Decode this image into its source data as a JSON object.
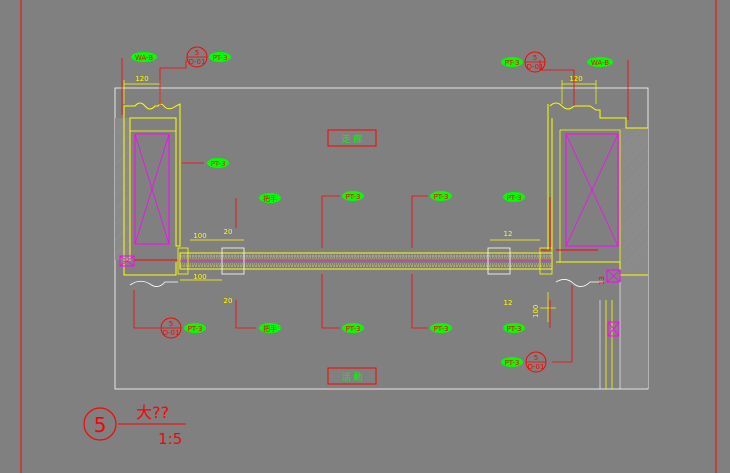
{
  "drawing": {
    "detail_number": "5",
    "title": "大??",
    "scale": "1:5",
    "room_labels": {
      "top": "走 廊",
      "bottom": "活 動"
    },
    "material_tags": {
      "wa_left": "WA-B",
      "wa_right": "WA-B",
      "pt": "PT-3",
      "handle": "把手",
      "detail_ref_num": "5",
      "detail_ref_sheet": "D-01"
    },
    "dimensions": {
      "top_left_width": "120",
      "top_right_width": "120",
      "left_100": "100",
      "left_20": "20",
      "right_12": "12",
      "right_100": "100"
    }
  },
  "colors": {
    "background": "#808080",
    "frame": "#ff0000",
    "wall": "#ffff00",
    "door": "#ff00ff",
    "tag_fill": "#00ff00",
    "tag_text": "#ff0000",
    "leader": "#ff0000",
    "outline": "#ffffff"
  }
}
